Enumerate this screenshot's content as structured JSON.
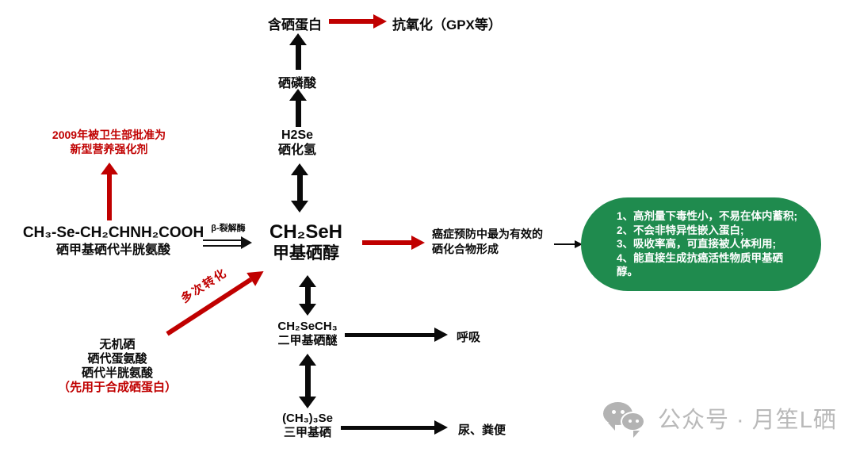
{
  "colors": {
    "accent_red": "#c00000",
    "benefit_green": "#1f8b4e",
    "text_black": "#0a0a0a",
    "watermark_gray": "#b9b9b9"
  },
  "top": {
    "selenoprotein": "含硒蛋白",
    "antioxidant": "抗氧化（GPX等）",
    "selenophosphate": "硒磷酸",
    "h2se_formula": "H2Se",
    "h2se_name": "硒化氢"
  },
  "center": {
    "methylselenol_formula": "CH₂SeH",
    "methylselenol_name": "甲基硒醇"
  },
  "left": {
    "approval_line1": "2009年被卫生部批准为",
    "approval_line2": "新型营养强化剂",
    "semsc_formula": "CH₃-Se-CH₂CHNH₂COOH",
    "semsc_name": "硒甲基硒代半胱氨酸",
    "beta_lyase": "β-裂解酶",
    "multi_conversion": "多次转化",
    "inorganic_line1": "无机硒",
    "inorganic_line2": "硒代蛋氨酸",
    "inorganic_line3": "硒代半胱氨酸",
    "inorganic_note": "（先用于合成硒蛋白）"
  },
  "right": {
    "cancer_line1": "癌症预防中最为有效的",
    "cancer_line2": "硒化合物形成",
    "benefits": [
      "1、高剂量下毒性小，不易在体内蓄积;",
      "2、不会非特异性嵌入蛋白;",
      "3、吸收率高，可直接被人体利用;",
      "4、能直接生成抗癌活性物质甲基硒醇。"
    ]
  },
  "bottom": {
    "dmse_formula": "CH₂SeCH₃",
    "dmse_name": "二甲基硒醚",
    "breath": "呼吸",
    "tmse_formula": "(CH₃)₃Se",
    "tmse_name": "三甲基硒",
    "excretion": "尿、粪便"
  },
  "watermark": {
    "label": "公众号 · 月笙L硒"
  }
}
